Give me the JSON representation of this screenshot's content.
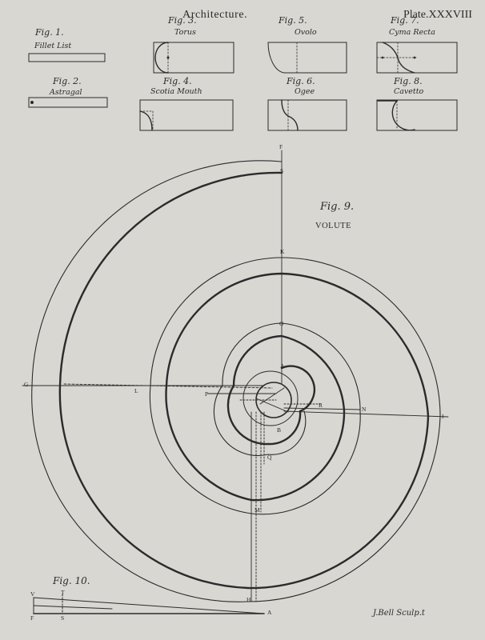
{
  "heading": "Architecture.",
  "plate": "Plate.XXXVIII",
  "figures": [
    {
      "label": "Fig. 1.",
      "caption": "Fillet List"
    },
    {
      "label": "Fig. 2.",
      "caption": "Astragal"
    },
    {
      "label": "Fig. 3.",
      "caption": "Torus"
    },
    {
      "label": "Fig. 4.",
      "caption": "Scotia Mouth"
    },
    {
      "label": "Fig. 5.",
      "caption": "Ovolo"
    },
    {
      "label": "Fig. 6.",
      "caption": "Ogee"
    },
    {
      "label": "Fig. 7.",
      "caption": "Cyma Recta"
    },
    {
      "label": "Fig. 8.",
      "caption": "Cavetto"
    }
  ],
  "volute": {
    "label": "Fig. 9.",
    "caption": "VOLUTE"
  },
  "fig10": {
    "label": "Fig. 10."
  },
  "point_labels": {
    "F": "F",
    "S": "S",
    "K": "K",
    "O": "O",
    "A": "A",
    "G": "G",
    "L": "L",
    "P": "P",
    "R": "R",
    "N": "N",
    "I": "I",
    "B": "B",
    "Q": "Q",
    "M": "M",
    "H": "H",
    "V": "V",
    "T": "T",
    "F2": "F",
    "S2": "S",
    "A2": "A"
  },
  "signature": "J.Bell Sculp.t"
}
